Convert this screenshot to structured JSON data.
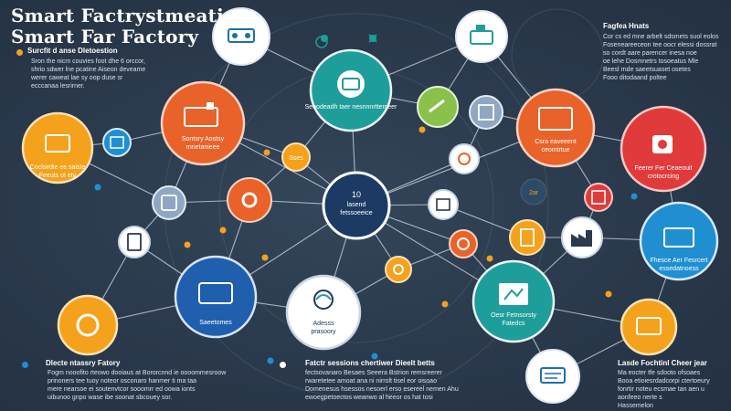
{
  "title": {
    "line1": "Smart Factrystmeation",
    "line2": "Smart Far Factory"
  },
  "left_panel": {
    "heading": "Surcfit d anse Dletoestion",
    "lines": [
      "Sron the nicm couvies foot dhe 6 orccor,",
      "shrio sdwer lne pcatine Aiseon deveame",
      "werer caweat lae sy oop duse sr",
      "ecccanaa lesrirner."
    ]
  },
  "right_panel": {
    "heading": "Fagfea Hnats",
    "lines": [
      "Cor cs ed mne arbelt sdsmets suol eolos",
      "Foseneareeceon tee oocr elessi dossrat",
      "so cordt aare parencer inesa noe",
      "oe lehe Dosmnetrs tosoeatus Mle",
      "Beesl rnde saeetsuaset osetes",
      "Fooo ditodaand poltee"
    ]
  },
  "bottom_left": {
    "heading": "Dlecte ntassry Fatory",
    "lines": [
      "Fogm nooofito  rteowo dooiaus at Bororcnnd ie oooommesroow",
      "prinoners tee tuoy noteor osconaro hanmer ti ma taa",
      "mere nearsoe ei soutenvtcor sooomrr ed oowa ionts",
      "uibunoo gnpo wase ibe soonat sbcouey sor."
    ]
  },
  "bottom_center": {
    "heading": "Fatctr sessions chertiwer Dieelt betts",
    "lines": [
      "fectsovanaro Besaes Seeera Bstrion remsreerer",
      "rwaretetee amoat ana ni nirrolt tisel eor oisoao",
      "Domenesus hsessos nesoerl erso esereel nemen Ahu",
      "ewoegpetoectos weanwo al heeor os hat tosi"
    ]
  },
  "bottom_right": {
    "heading": "Lasde Fochtinl Cheer jear",
    "lines": [
      "Ma eocter tfe sdooto ofsoaes",
      "Booa etioiesrdadcorpi ctertoeury",
      "fonrtir noteu ecsmae tan aen u",
      "aonfeeo nerte s",
      "Hassemelon"
    ]
  },
  "nodes": {
    "hub": "Seoodeadh taer nesnnnrttemeer",
    "center": [
      "10",
      "lasend",
      "fetssoeeice"
    ],
    "orange_top": [
      "Sontsry Aostsy",
      "rnnetanieee"
    ],
    "yellow_left": [
      "Coclsirdie ee saiste",
      "Feeuts ot ety"
    ],
    "red_right": [
      "Feerer Fer Ceaeouit",
      "crotocrcing"
    ],
    "orange_right": [
      "Csra eaveeent",
      "ceomtrtue"
    ],
    "blue_bottom": "Saeetomes",
    "white_center": [
      "Adesss",
      "prasoory"
    ],
    "teal_bottom": [
      "Oesr Fetnsorsty",
      "Fatedcs"
    ],
    "blue_right": [
      "Fhesce Aer Fesrcert",
      "essedatnoess"
    ],
    "small_orange": "Sses",
    "green_mid": "2ar"
  },
  "colors": {
    "orange": "#e8622a",
    "teal": "#1e9e9a",
    "red": "#e03b3a",
    "yellow": "#f4a11c",
    "blue": "#1f5fae",
    "sky": "#1f8fd2",
    "bg": "#2b3a4c"
  }
}
